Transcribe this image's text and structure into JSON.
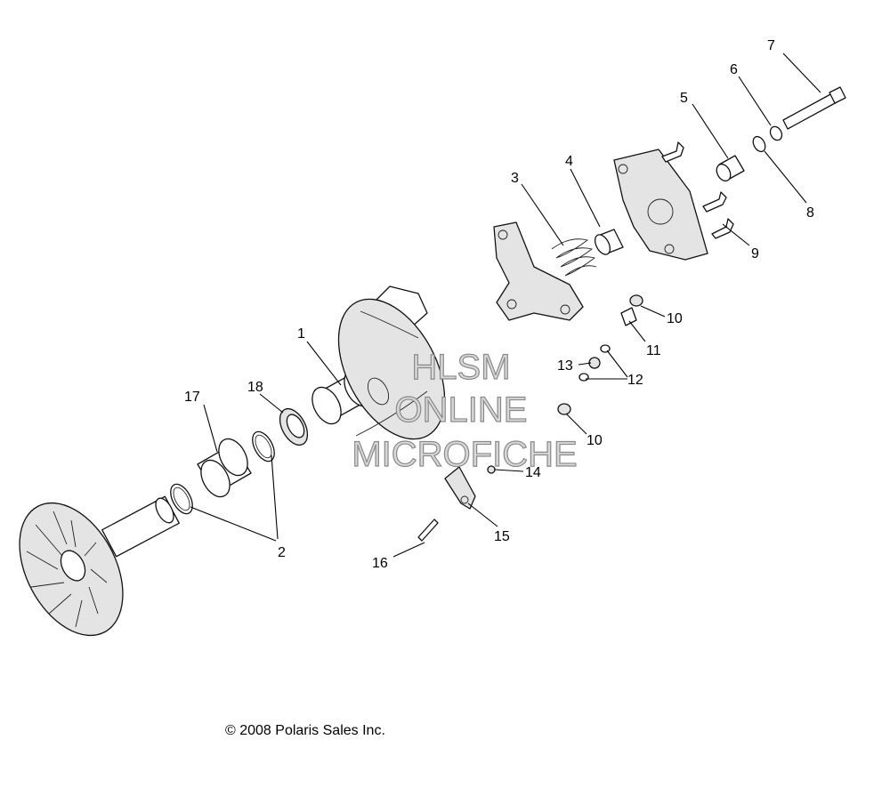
{
  "callouts": {
    "c1": "1",
    "c2": "2",
    "c3": "3",
    "c4": "4",
    "c5": "5",
    "c6": "6",
    "c7": "7",
    "c8": "8",
    "c9": "9",
    "c10a": "10",
    "c10b": "10",
    "c11": "11",
    "c12": "12",
    "c13": "13",
    "c14": "14",
    "c15": "15",
    "c16": "16",
    "c17": "17",
    "c18": "18"
  },
  "watermark": {
    "line1": "HLSM",
    "line2": "ONLINE",
    "line3": "MICROFICHE"
  },
  "copyright": "© 2008 Polaris Sales Inc."
}
